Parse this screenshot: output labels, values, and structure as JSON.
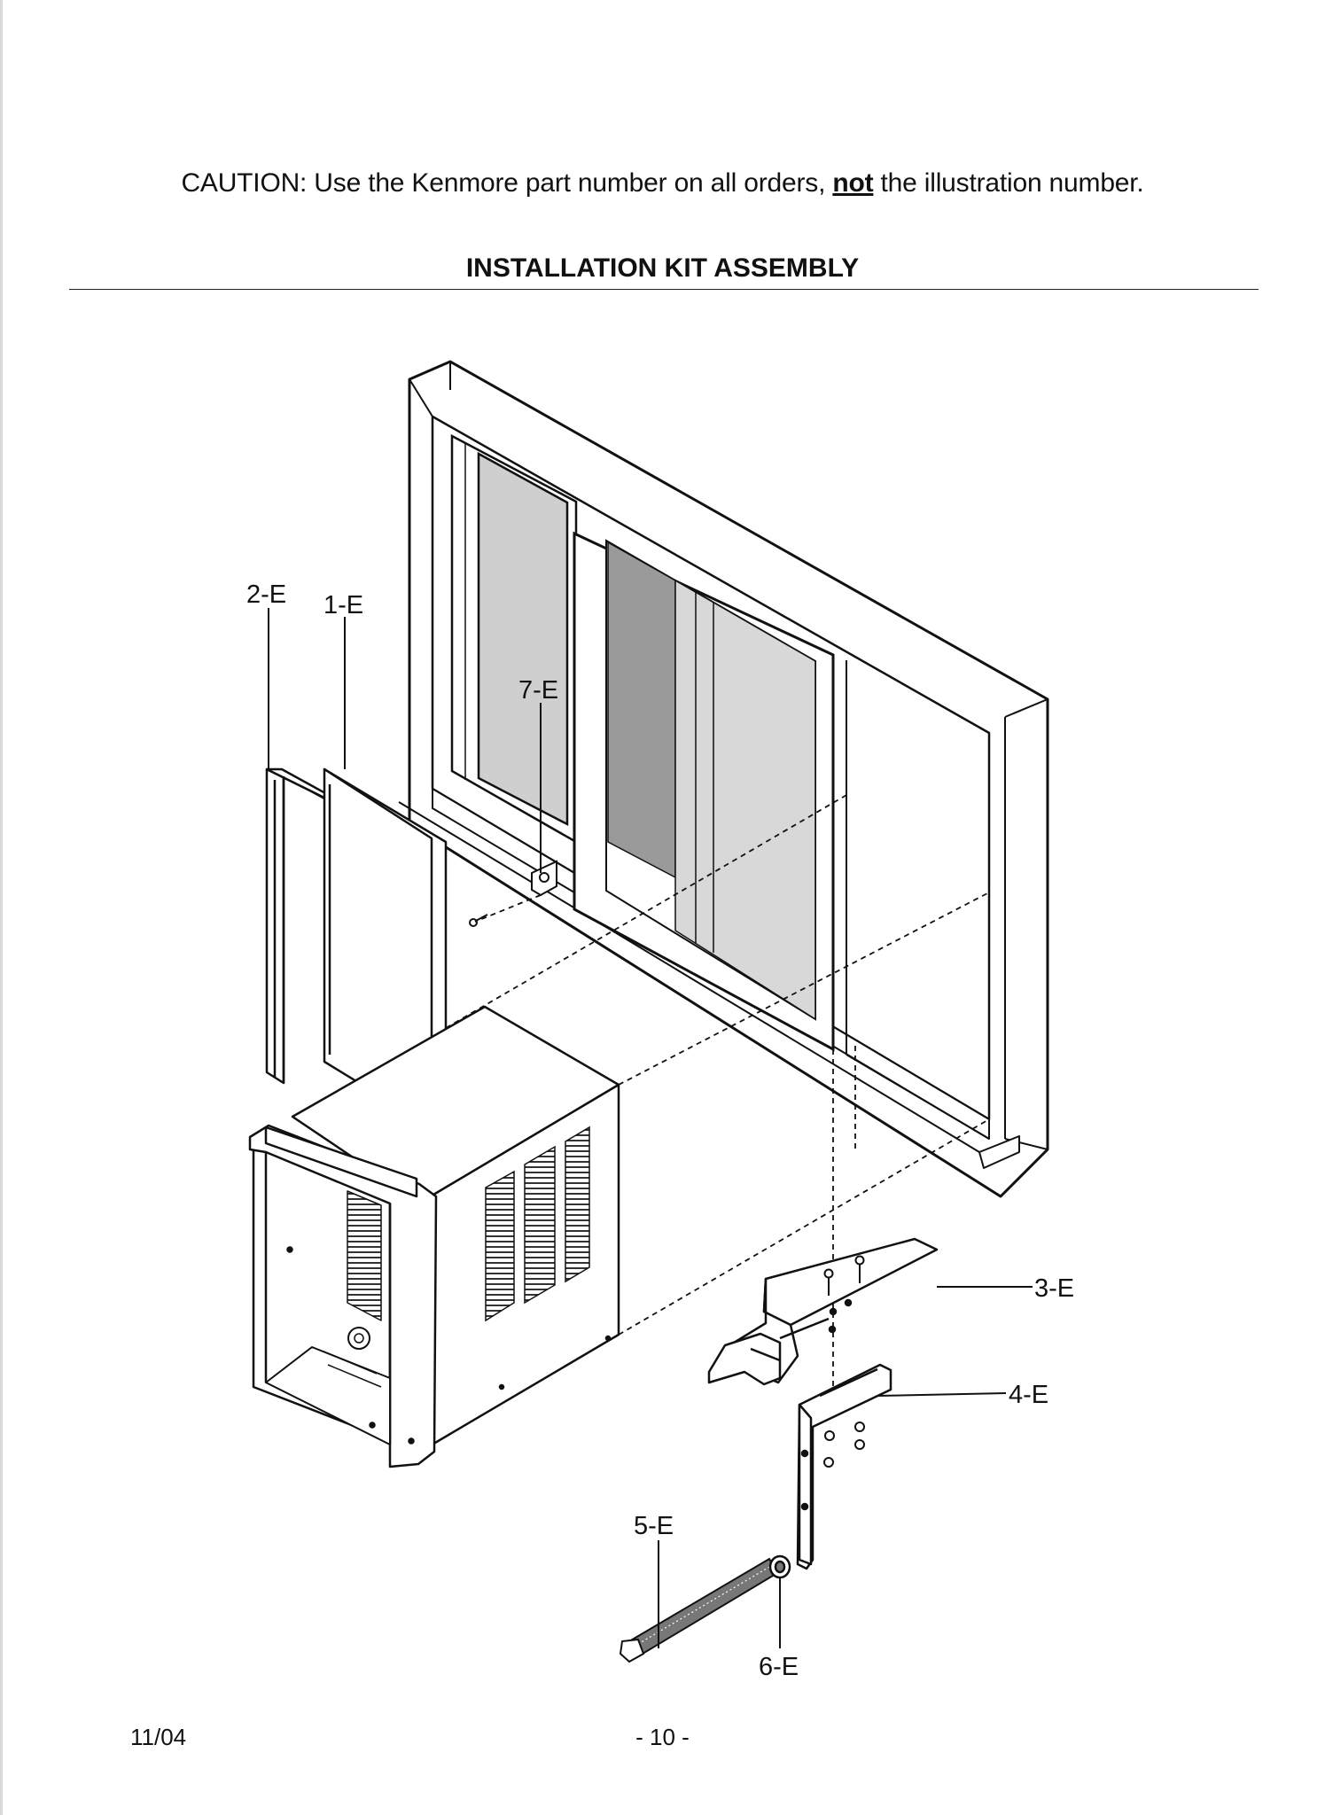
{
  "header": {
    "caution_prefix": "CAUTION: Use the Kenmore part number on all orders, ",
    "caution_emphasis": "not",
    "caution_suffix": " the illustration number."
  },
  "section": {
    "title": "INSTALLATION KIT ASSEMBLY"
  },
  "diagram": {
    "callouts": {
      "part_1": "1-E",
      "part_2": "2-E",
      "part_3": "3-E",
      "part_4": "4-E",
      "part_5": "5-E",
      "part_6": "6-E",
      "part_7": "7-E"
    }
  },
  "footer": {
    "date": "11/04",
    "page": "- 10 -"
  }
}
